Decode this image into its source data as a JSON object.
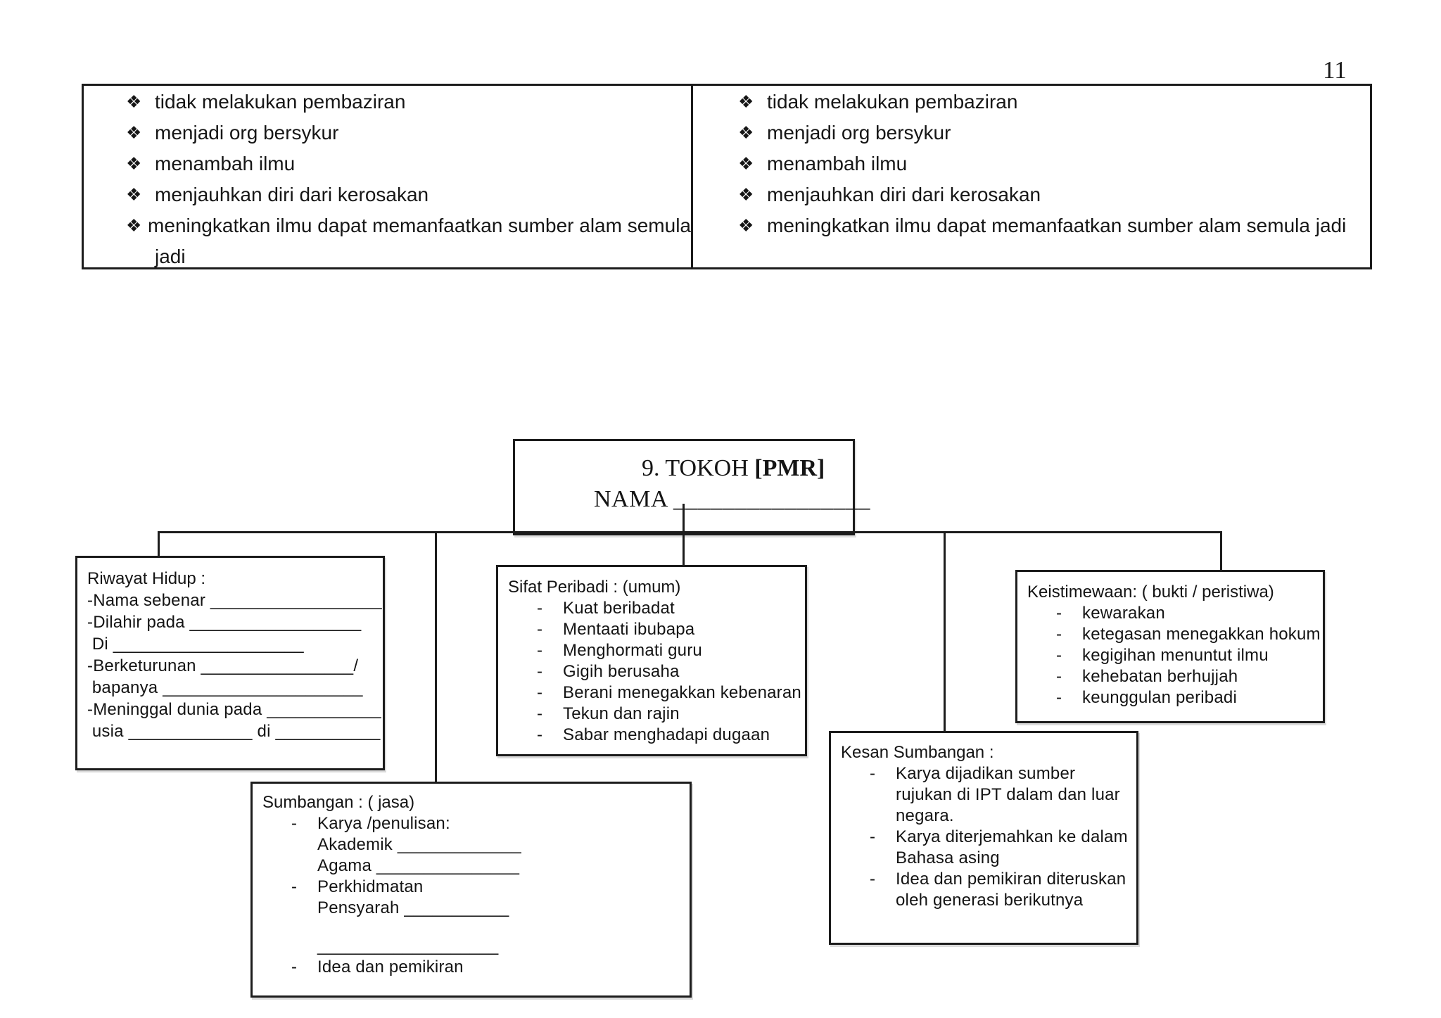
{
  "colors": {
    "ink": "#1c1c1c",
    "paper": "#ffffff"
  },
  "page_number": "11",
  "benefits_table": {
    "bullet_glyph": "❖",
    "left_rows": [
      {
        "b": "❖",
        "t": "tidak melakukan pembaziran"
      },
      {
        "b": "❖",
        "t": "menjadi org bersykur"
      },
      {
        "b": "❖",
        "t": "menambah ilmu"
      },
      {
        "b": "❖",
        "t": "menjauhkan diri dari kerosakan"
      },
      {
        "b": "❖",
        "t": "meningkatkan ilmu dapat memanfaatkan sumber alam semula"
      },
      {
        "b": "",
        "t": "jadi"
      }
    ],
    "right_rows": [
      {
        "b": "❖",
        "t": "tidak melakukan pembaziran"
      },
      {
        "b": "❖",
        "t": "menjadi org bersykur"
      },
      {
        "b": "❖",
        "t": "menambah ilmu"
      },
      {
        "b": "❖",
        "t": "menjauhkan diri dari kerosakan"
      },
      {
        "b": "❖",
        "t": "meningkatkan ilmu dapat memanfaatkan sumber alam semula jadi"
      }
    ]
  },
  "diagram": {
    "root": {
      "title_prefix": "9. TOKOH ",
      "title_bold": "[PMR]",
      "name_label": "NAMA ",
      "name_blank": "________________"
    },
    "riwayat_hidup": {
      "title": "Riwayat Hidup :",
      "lines": [
        "-Nama sebenar __________________",
        "-Dilahir pada __________________",
        " Di ____________________",
        "-Berketurunan ________________/",
        " bapanya _____________________",
        "-Meninggal dunia pada ____________",
        " usia _____________ di ___________"
      ]
    },
    "sifat_peribadi": {
      "title": "Sifat Peribadi : (umum)",
      "rows": [
        {
          "d": "-",
          "t": "Kuat beribadat"
        },
        {
          "d": "-",
          "t": "Mentaati ibubapa"
        },
        {
          "d": "-",
          "t": "Menghormati guru"
        },
        {
          "d": "-",
          "t": "Gigih berusaha"
        },
        {
          "d": "-",
          "t": "Berani menegakkan kebenaran"
        },
        {
          "d": "-",
          "t": "Tekun dan rajin"
        },
        {
          "d": "-",
          "t": "Sabar menghadapi dugaan"
        }
      ]
    },
    "keistimewaan": {
      "title": "Keistimewaan: ( bukti / peristiwa)",
      "rows": [
        {
          "d": "-",
          "t": "kewarakan"
        },
        {
          "d": "-",
          "t": "ketegasan menegakkan hokum"
        },
        {
          "d": "-",
          "t": "kegigihan menuntut ilmu"
        },
        {
          "d": "-",
          "t": "kehebatan berhujjah"
        },
        {
          "d": "-",
          "t": "keunggulan peribadi"
        }
      ]
    },
    "kesan_sumbangan": {
      "title": "Kesan Sumbangan :",
      "rows": [
        {
          "d": "-",
          "t": "Karya dijadikan sumber"
        },
        {
          "d": "",
          "t": "rujukan di IPT dalam dan luar"
        },
        {
          "d": "",
          "t": "negara."
        },
        {
          "d": "-",
          "t": "Karya diterjemahkan ke dalam"
        },
        {
          "d": "",
          "t": "Bahasa asing"
        },
        {
          "d": "-",
          "t": "Idea dan pemikiran diteruskan"
        },
        {
          "d": "",
          "t": "oleh generasi berikutnya"
        }
      ]
    },
    "sumbangan": {
      "title": "Sumbangan : ( jasa)",
      "rows": [
        {
          "d": "-",
          "t": "Karya /penulisan:"
        },
        {
          "d": "",
          "t": "Akademik _____________"
        },
        {
          "d": "",
          "t": "Agama _______________"
        },
        {
          "d": "-",
          "t": "Perkhidmatan"
        },
        {
          "d": "",
          "t": "Pensyarah ___________"
        },
        {
          "d": "",
          "t": "___________________"
        },
        {
          "d": "-",
          "t": "Idea dan pemikiran"
        }
      ]
    }
  }
}
